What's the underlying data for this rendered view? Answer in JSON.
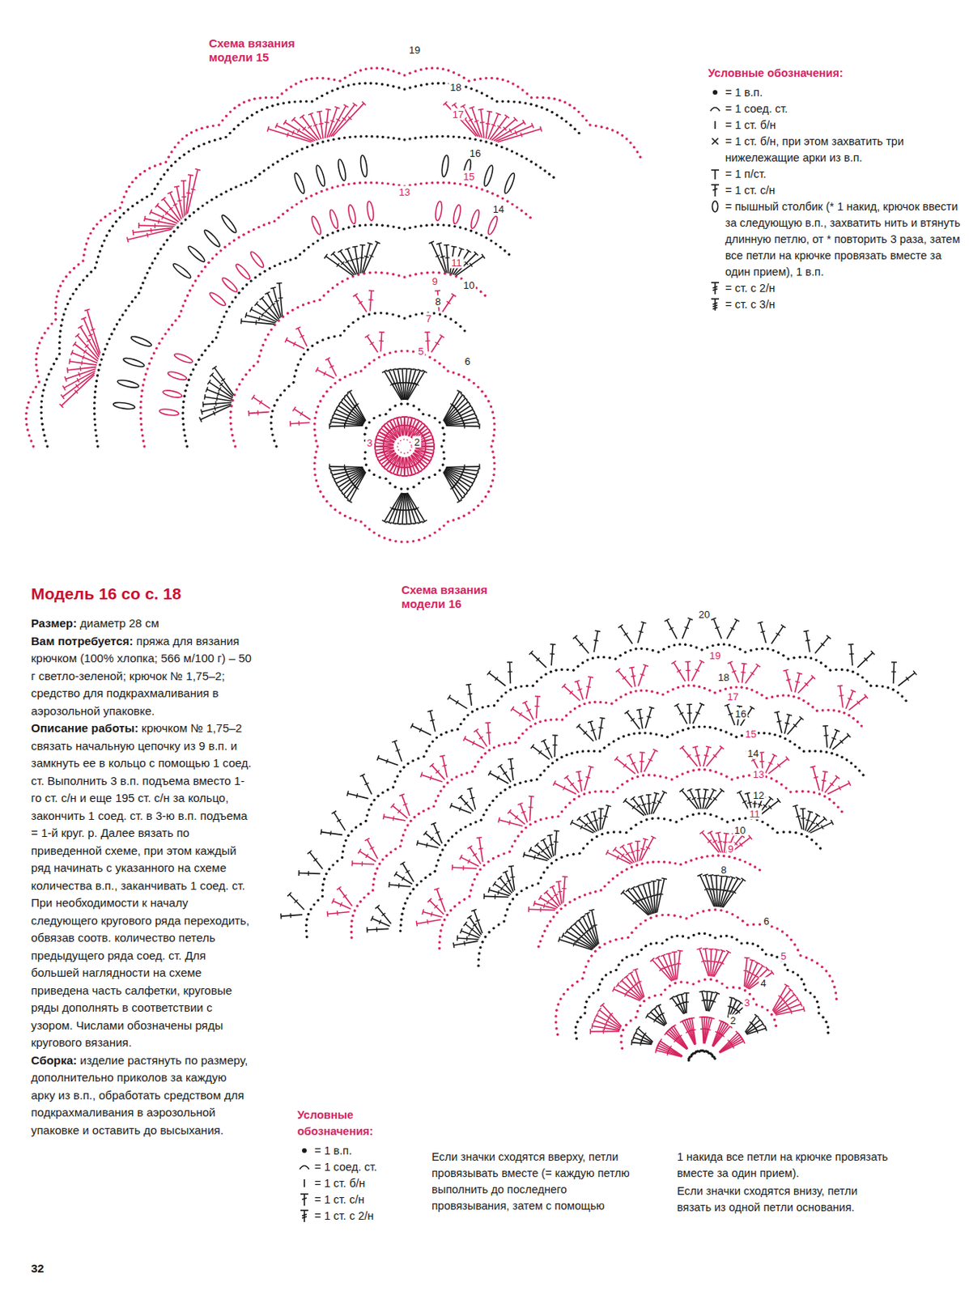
{
  "diagram": {
    "labels": [
      "Схема вязания модели 15",
      "19",
      "18",
      "17",
      "16",
      "15",
      "14",
      "13",
      "11",
      "9",
      "10",
      "8",
      "7",
      "5",
      "6",
      "3",
      "2",
      "Условные обозначения:",
      "Модель 16 со с. 18",
      "Размер:",
      "диаметр 28 см",
      "Вам потребуется:",
      "пряжа для вязания крючком (100% хлопка; 566 м/100 г) – 50 г светло-зеленой; крючок № 1,75–2; средство для подкрахмаливания в аэрозольной упаковке.",
      "Описание работы:",
      "крючком № 1,75–2 связать начальную цепочку из 9 в.п. и замкнуть ее в кольцо с помощью 1 соед. ст. Выполнить 3 в.п. подъема вместо 1-го ст. с/н и еще 195 ст. с/н за кольцо, закончить 1 соед. ст. в 3-ю в.п. подъема = 1-й круг. р. Далее вязать по приведенной схеме, при этом каждый ряд начинать с указанного на схеме количества в.п., заканчивать 1 соед. ст. При необходимости к началу следующего кругового ряда переходить, обвязав соотв. количество петель предыдущего ряда соед. ст. Для большей наглядности на схеме приведена часть салфетки, круговые ряды дополнять в соответствии с узором. Числами обозначены ряды кругового вязания.",
      "Сборка:",
      "изделие растянуть по размеру, дополнительно приколов за каждую арку из в.п., обработать средством для подкрахмаливания в аэрозольной упаковке и оставить до высыхания.",
      "Схема вязания модели 16",
      "20",
      "19",
      "18",
      "17",
      "16",
      "15",
      "14",
      "13",
      "12",
      "11",
      "10",
      "9",
      "8",
      "6",
      "5",
      "4",
      "3",
      "2",
      "Условные обозначения:",
      "Если значки сходятся вверху, петли провязывать вместе (= каждую петлю выполнить до последнего провязывания, затем с помощью",
      "1 накида все петли на крючке провязать вместе за один прием).",
      "Если значки сходятся внизу, петли вязать из одной петли основания.",
      "32"
    ],
    "legend": [
      {
        "text": "= 1 в.п."
      },
      {
        "text": "= 1 соед. ст."
      },
      {
        "text": "= 1 ст. б/н"
      },
      {
        "text": "= 1 ст. б/н, при этом захватить три нижележащие арки из в.п."
      },
      {
        "text": "= 1 п/ст."
      },
      {
        "text": "= 1 ст. с/н"
      },
      {
        "text": "= пышный столбик (* 1 накид, крючок ввести за следующую в.п., захватить нить и втянуть длинную петлю, от * повторить 3 раза, затем все петли на крючке провязать вместе за один прием), 1 в.п."
      },
      {
        "text": "= ст. с 2/н"
      },
      {
        "text": "= ст. с 3/н"
      },
      {
        "text": "= 1 в.п."
      },
      {
        "text": "= 1 соед. ст."
      },
      {
        "text": "= 1 ст. б/н"
      },
      {
        "text": "= 1 ст. с/н"
      },
      {
        "text": "= 1 ст. с 2/н"
      }
    ]
  }
}
